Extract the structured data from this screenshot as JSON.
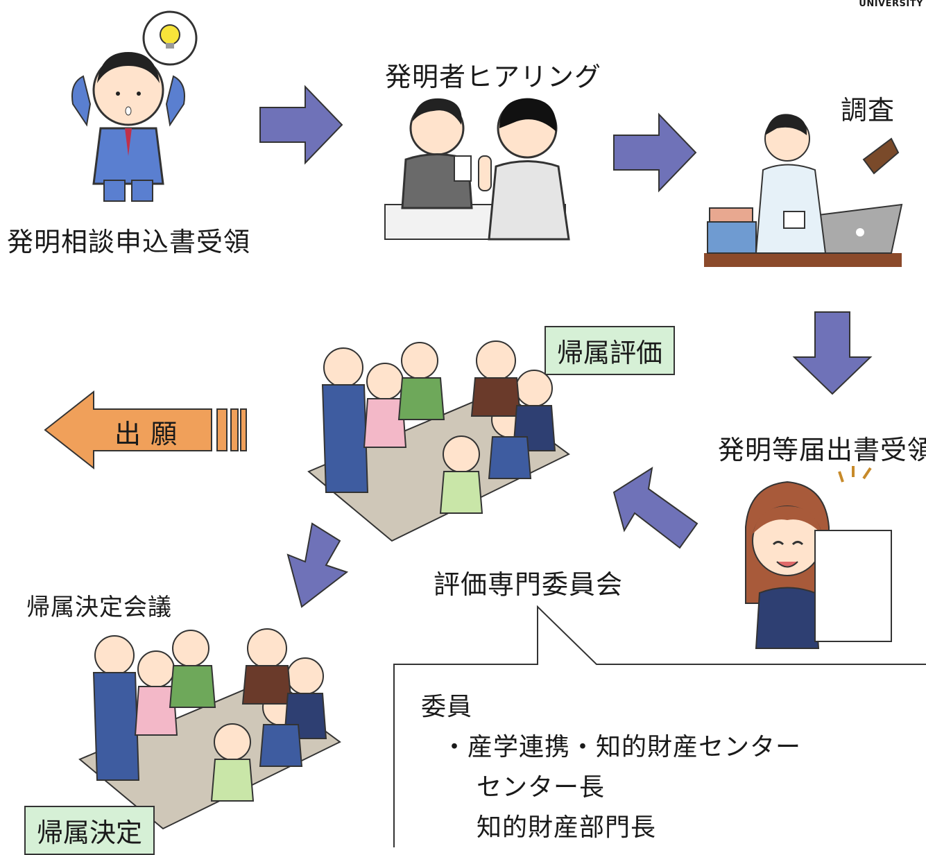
{
  "header": {
    "logo_text": "UNIVERSITY"
  },
  "steps": {
    "application_received": "発明相談申込書受領",
    "inventor_hearing": "発明者ヒアリング",
    "investigation": "調査",
    "notification_received": "発明等届出書受領",
    "evaluation_committee": "評価専門委員会",
    "ownership_meeting": "帰属決定会議"
  },
  "tags": {
    "ownership_evaluation": "帰属評価",
    "ownership_decision": "帰属決定"
  },
  "filing_arrow": {
    "label": "出 願"
  },
  "committee_note": {
    "heading": "委員",
    "lines": [
      "・産学連携・知的財産センター",
      "センター長",
      "知的財産部門長"
    ]
  },
  "colors": {
    "flow_arrow": "#6f72b8",
    "filing_arrow": "#f0a05a",
    "tag_bg": "#d6f0d6"
  },
  "icons": [
    "lightbulb-icon",
    "person-thinking",
    "hearing-illustration",
    "researcher-illustration",
    "meeting-illustration",
    "woman-document-illustration"
  ]
}
